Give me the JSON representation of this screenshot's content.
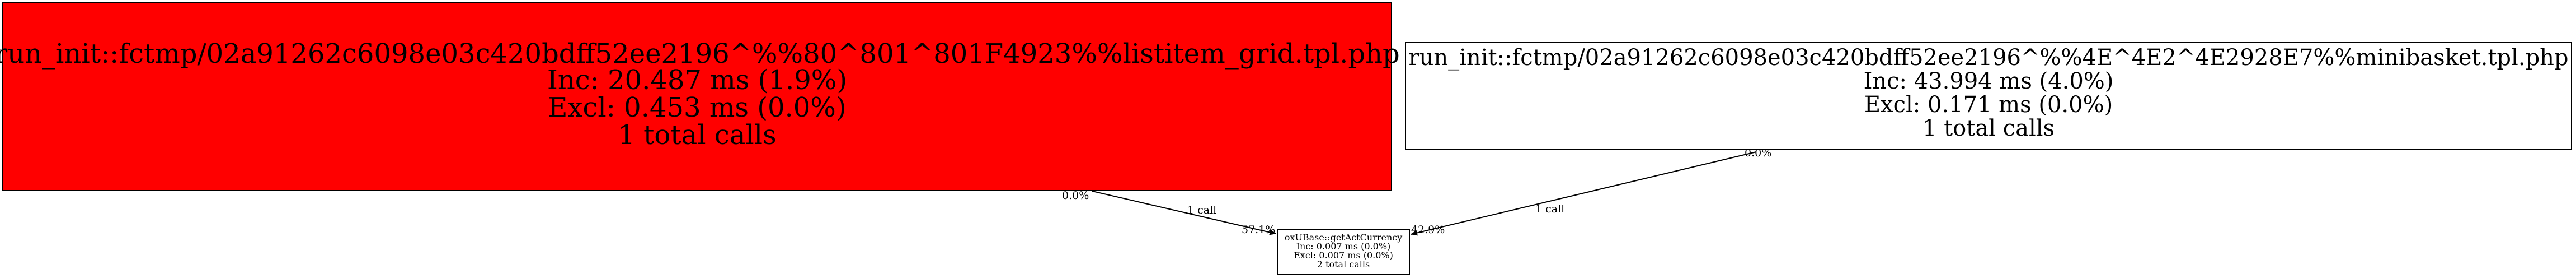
{
  "nodes": [
    {
      "id": "listitem_grid",
      "fill": "#ff0000",
      "lines": [
        "run_init::fctmp/02a91262c6098e03c420bdff52ee2196^%%80^801^801F4923%%listitem_grid.tpl.php",
        "Inc: 20.487 ms (1.9%)",
        "Excl: 0.453 ms (0.0%)",
        "1 total calls"
      ]
    },
    {
      "id": "minibasket",
      "fill": "#ffffff",
      "lines": [
        "run_init::fctmp/02a91262c6098e03c420bdff52ee2196^%%4E^4E2^4E2928E7%%minibasket.tpl.php",
        "Inc: 43.994 ms (4.0%)",
        "Excl: 0.171 ms (0.0%)",
        "1 total calls"
      ]
    },
    {
      "id": "getActCurrency",
      "fill": "#ffffff",
      "lines": [
        "oxUBase::getActCurrency",
        "Inc: 0.007 ms (0.0%)",
        "Excl: 0.007 ms (0.0%)",
        "2 total calls"
      ]
    }
  ],
  "edges": [
    {
      "from": "listitem_grid",
      "to": "getActCurrency",
      "label": "1 call",
      "tail_pct": "0.0%",
      "head_pct": "57.1%"
    },
    {
      "from": "minibasket",
      "to": "getActCurrency",
      "label": "1 call",
      "tail_pct": "0.0%",
      "head_pct": "42.9%"
    }
  ],
  "colors": {
    "border": "#000000",
    "edge": "#000000",
    "hot_node": "#ff0000",
    "node": "#ffffff"
  }
}
